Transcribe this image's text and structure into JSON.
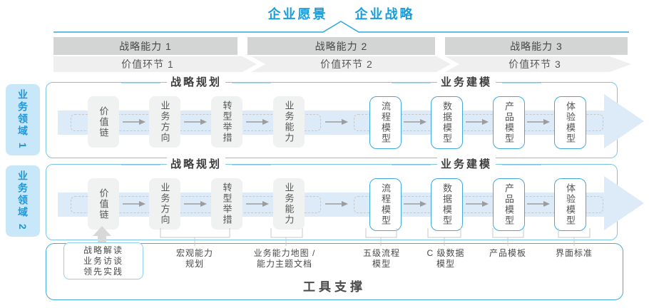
{
  "header": {
    "vision": "企业愿景",
    "strategy": "企业战略"
  },
  "capability_bars": [
    {
      "label": "战略能力 1"
    },
    {
      "label": "战略能力 2"
    },
    {
      "label": "战略能力 3"
    }
  ],
  "value_links": [
    {
      "label": "价值环节 1"
    },
    {
      "label": "价值环节 2"
    },
    {
      "label": "价值环节 3"
    }
  ],
  "domains": [
    {
      "tab": "业务领域 1",
      "planning_header": "战略规划",
      "modeling_header": "业务建模",
      "boxes": [
        {
          "label": "价值链"
        },
        {
          "label": "业务方向"
        },
        {
          "label": "转型举措"
        },
        {
          "label": "业务能力"
        },
        {
          "label": "流程模型"
        },
        {
          "label": "数据模型"
        },
        {
          "label": "产品模型"
        },
        {
          "label": "体验模型"
        }
      ]
    },
    {
      "tab": "业务领域 2",
      "planning_header": "战略规划",
      "modeling_header": "业务建模",
      "boxes": [
        {
          "label": "价值链"
        },
        {
          "label": "业务方向"
        },
        {
          "label": "转型举措"
        },
        {
          "label": "业务能力"
        },
        {
          "label": "流程模型"
        },
        {
          "label": "数据模型"
        },
        {
          "label": "产品模型"
        },
        {
          "label": "体验模型"
        }
      ]
    }
  ],
  "annotations": {
    "practice_box": {
      "lines": [
        "战略解读",
        "业务访谈",
        "领先实践"
      ]
    },
    "labels": [
      {
        "text": "宏观能力\n规划"
      },
      {
        "text": "业务能力地图 /\n能力主题文档"
      },
      {
        "text": "五级流程\n模型"
      },
      {
        "text": "C 级数据\n模型"
      },
      {
        "text": "产品模板"
      },
      {
        "text": "界面标准"
      }
    ]
  },
  "footer": {
    "label": "工具支撑"
  },
  "colors": {
    "accent_blue": "#189dda",
    "tab_fill": "#c8e7f8",
    "domain_border": "#7cc5e9",
    "big_arrow_fill": "#ddeaf7",
    "bar_fill": "#d3d4d4",
    "band_fill": "#efefef",
    "gray_box_fill": "#f0f1f1",
    "blue_box_border": "#3fa9de",
    "connector_gray": "#9c9c9c"
  }
}
